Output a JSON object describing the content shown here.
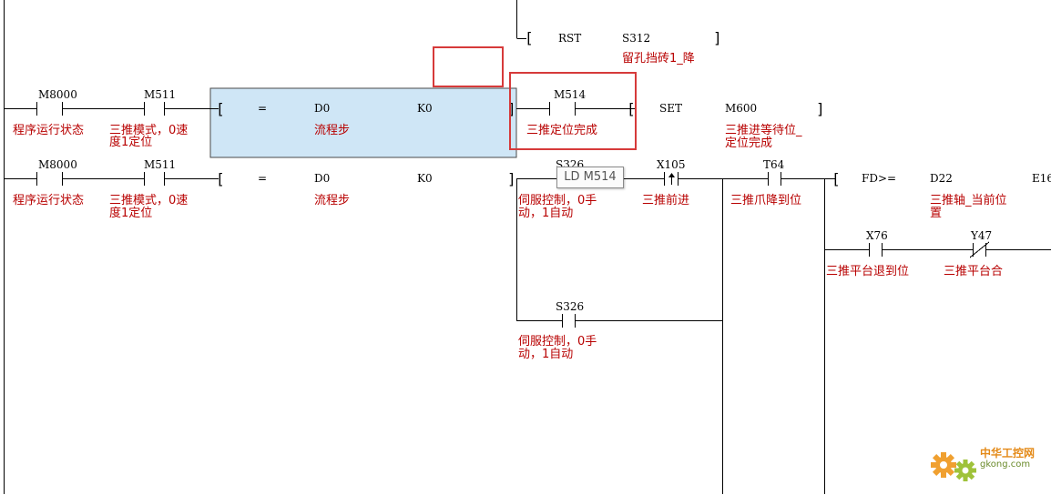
{
  "rst_instr": {
    "op": "RST",
    "arg": "S312",
    "comment": "留孔挡砖1_降"
  },
  "rung1": {
    "c1": {
      "label": "M8000",
      "comment": "程序运行状态"
    },
    "c2": {
      "label": "M511",
      "comment1": "三推模式，0速",
      "comment2": "度1定位"
    },
    "cmp": {
      "op": "=",
      "a": "D0",
      "b": "K0",
      "comment": "流程步"
    },
    "c3": {
      "label": "M514",
      "comment": "三推定位完成"
    },
    "set": {
      "op": "SET",
      "arg": "M600",
      "comment1": "三推进等待位_",
      "comment2": "定位完成"
    }
  },
  "rung2": {
    "c1": {
      "label": "M8000",
      "comment": "程序运行状态"
    },
    "c2": {
      "label": "M511",
      "comment1": "三推模式，0速",
      "comment2": "度1定位"
    },
    "cmp": {
      "op": "=",
      "a": "D0",
      "b": "K0",
      "comment": "流程步"
    },
    "c3": {
      "label": "S326",
      "comment1": "伺服控制，0手",
      "comment2": "动，1自动"
    },
    "c4": {
      "label": "X105",
      "comment": "三推前进"
    },
    "c5": {
      "label": "T64",
      "comment": "三推爪降到位"
    },
    "fd": {
      "op": "FD>=",
      "a": "D22",
      "b": "E16",
      "comment1": "三推轴_当前位",
      "comment2": "置"
    },
    "c6": {
      "label": "X76",
      "comment": "三推平台退到位"
    },
    "c7": {
      "label": "Y47",
      "comment": "三推平台合"
    },
    "c8": {
      "label": "S326",
      "comment1": "伺服控制，0手",
      "comment2": "动，1自动"
    }
  },
  "tooltip": {
    "text": "LD M514"
  },
  "watermark": {
    "cn": "中华工控网",
    "en": "gkong.com"
  },
  "colors": {
    "comment": "#b80000",
    "highlight": "#d63a3a",
    "selection": "#cfe6f6"
  }
}
